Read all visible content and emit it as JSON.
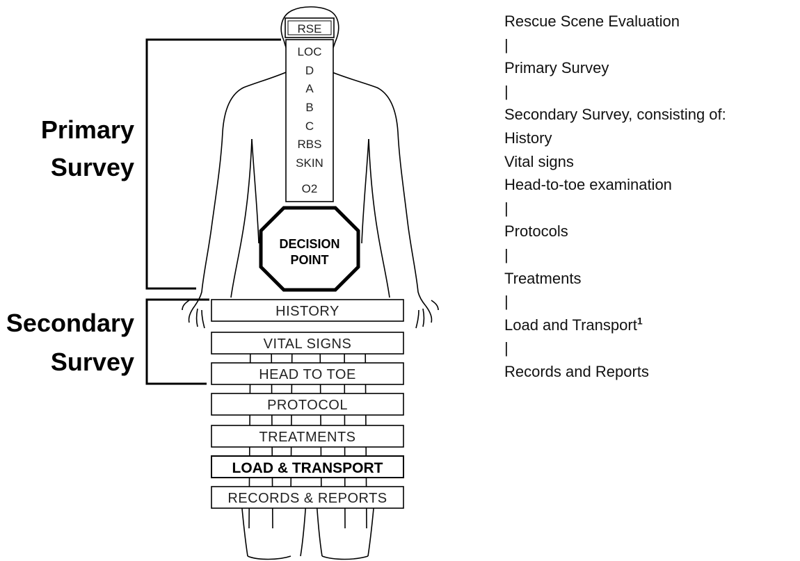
{
  "labels": {
    "primary_survey": [
      "Primary",
      "Survey"
    ],
    "secondary_survey": [
      "Secondary",
      "Survey"
    ]
  },
  "head_box": "RSE",
  "spine_items": [
    "LOC",
    "D",
    "A",
    "B",
    "C",
    "RBS",
    "SKIN",
    "O2"
  ],
  "decision": [
    "DECISION",
    "POINT"
  ],
  "stack_boxes": [
    "HISTORY",
    "VITAL SIGNS",
    "HEAD TO TOE",
    "PROTOCOL",
    "TREATMENTS",
    "LOAD & TRANSPORT",
    "RECORDS & REPORTS"
  ],
  "steps": [
    "Rescue Scene Evaluation",
    "|",
    "Primary Survey",
    "|",
    "Secondary Survey, consisting of:",
    "History",
    "Vital signs",
    "Head-to-toe examination",
    "|",
    "Protocols",
    "|",
    "Treatments",
    "|",
    "Load and Transport",
    "|",
    "Records and Reports"
  ],
  "footnote_marker": "1"
}
